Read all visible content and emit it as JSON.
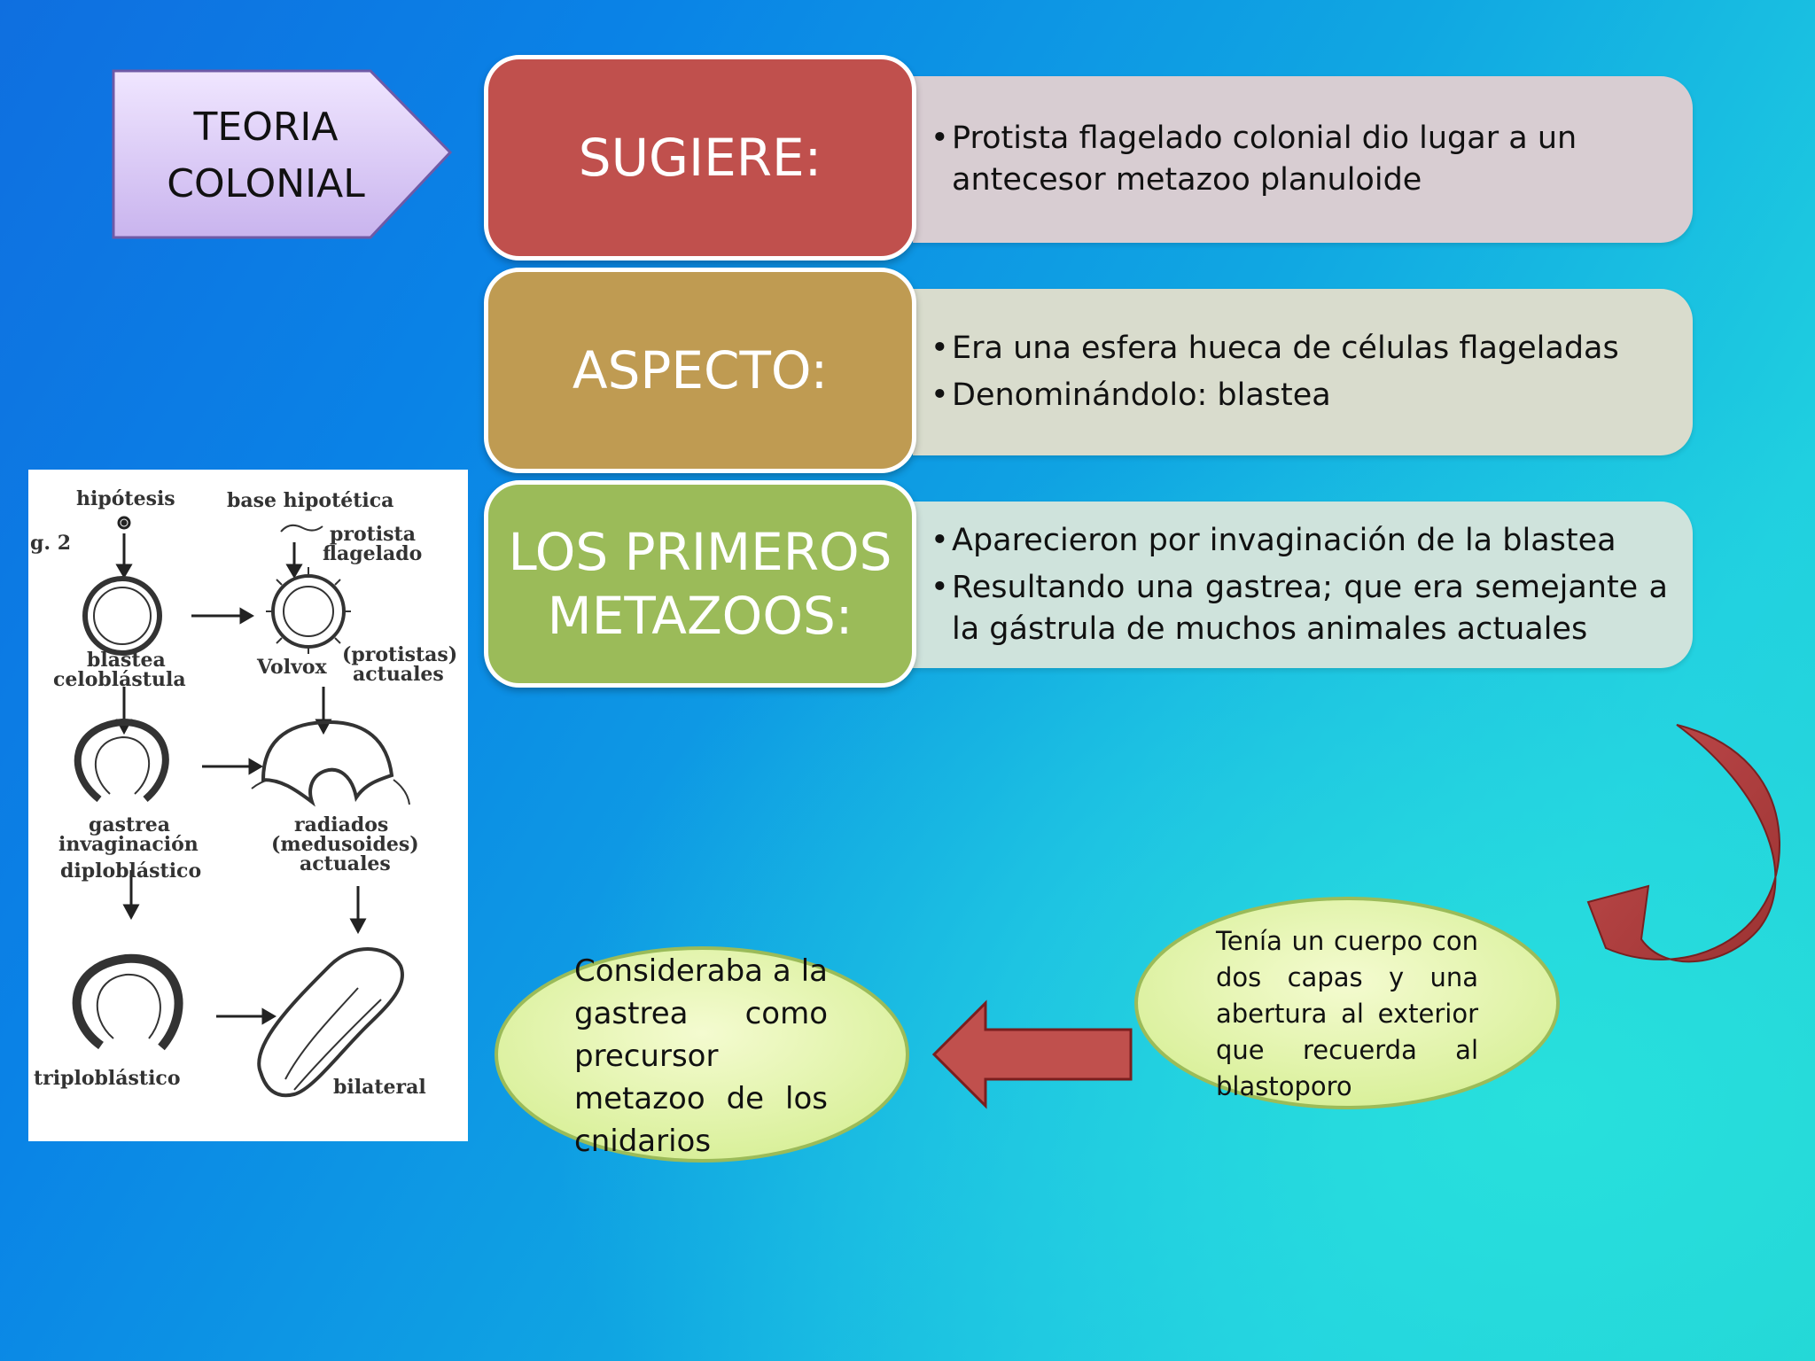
{
  "title_tag": {
    "line1": "TEORIA",
    "line2": "COLONIAL"
  },
  "colors": {
    "red_head": "#c0504d",
    "gold_head": "#bf9b52",
    "green_head": "#9bbb59",
    "red_body": "#d8cdd2",
    "gold_body": "#d9dccd",
    "green_body": "#cfe3dc",
    "arrow_red": "#b23b3b",
    "oval_fill": "#e9f7b4"
  },
  "rows": [
    {
      "heading": "SUGIERE:",
      "bullets": [
        "Protista flagelado colonial dio lugar a un antecesor metazoo planuloide"
      ]
    },
    {
      "heading": "ASPECTO:",
      "bullets": [
        "Era una esfera hueca de células flageladas",
        "Denominándolo: blastea"
      ]
    },
    {
      "heading_line1": "LOS PRIMEROS",
      "heading_line2": "METAZOOS:",
      "bullets": [
        "Aparecieron por invaginación de la blastea",
        "Resultando una gastrea; que era semejante a la gástrula de muchos animales actuales"
      ]
    }
  ],
  "figure": {
    "label_hipotesis": "hipótesis",
    "label_base": "base hipotética",
    "label_fig": "g. 2",
    "label_protista": "protista",
    "label_flagelado": "flagelado",
    "label_blastea": "blastea",
    "label_celoblastula": "celoblástula",
    "label_volvox": "Volvox",
    "label_protistas": "(protistas)",
    "label_actuales1": "actuales",
    "label_gastrea": "gastrea",
    "label_invaginacion": "invaginación",
    "label_diploblastico": "diploblástico",
    "label_radiados": "radiados",
    "label_medusoides": "(medusoides)",
    "label_actuales2": "actuales",
    "label_triploblastico": "triploblástico",
    "label_bilateral": "bilateral"
  },
  "ovals": {
    "right_text": "Tenía un cuerpo con dos capas y una abertura al exterior que recuerda al blastoporo",
    "left_text": "Consideraba a la gastrea como precursor metazoo de los cnidarios"
  }
}
